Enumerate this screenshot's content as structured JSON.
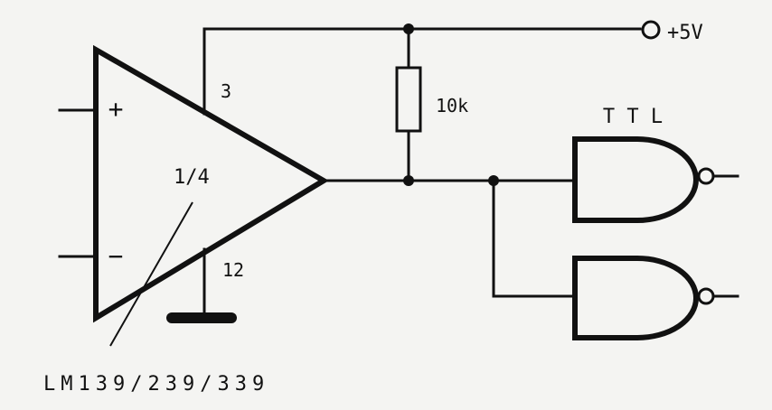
{
  "supply": {
    "label": "+5V"
  },
  "opamp": {
    "plus_sign": "+",
    "minus_sign": "−",
    "fraction": "1/4",
    "pin_top": "3",
    "pin_bottom": "12"
  },
  "resistor": {
    "value": "10k"
  },
  "logic": {
    "label": "T T L"
  },
  "part": {
    "label": "LM139/239/339"
  }
}
